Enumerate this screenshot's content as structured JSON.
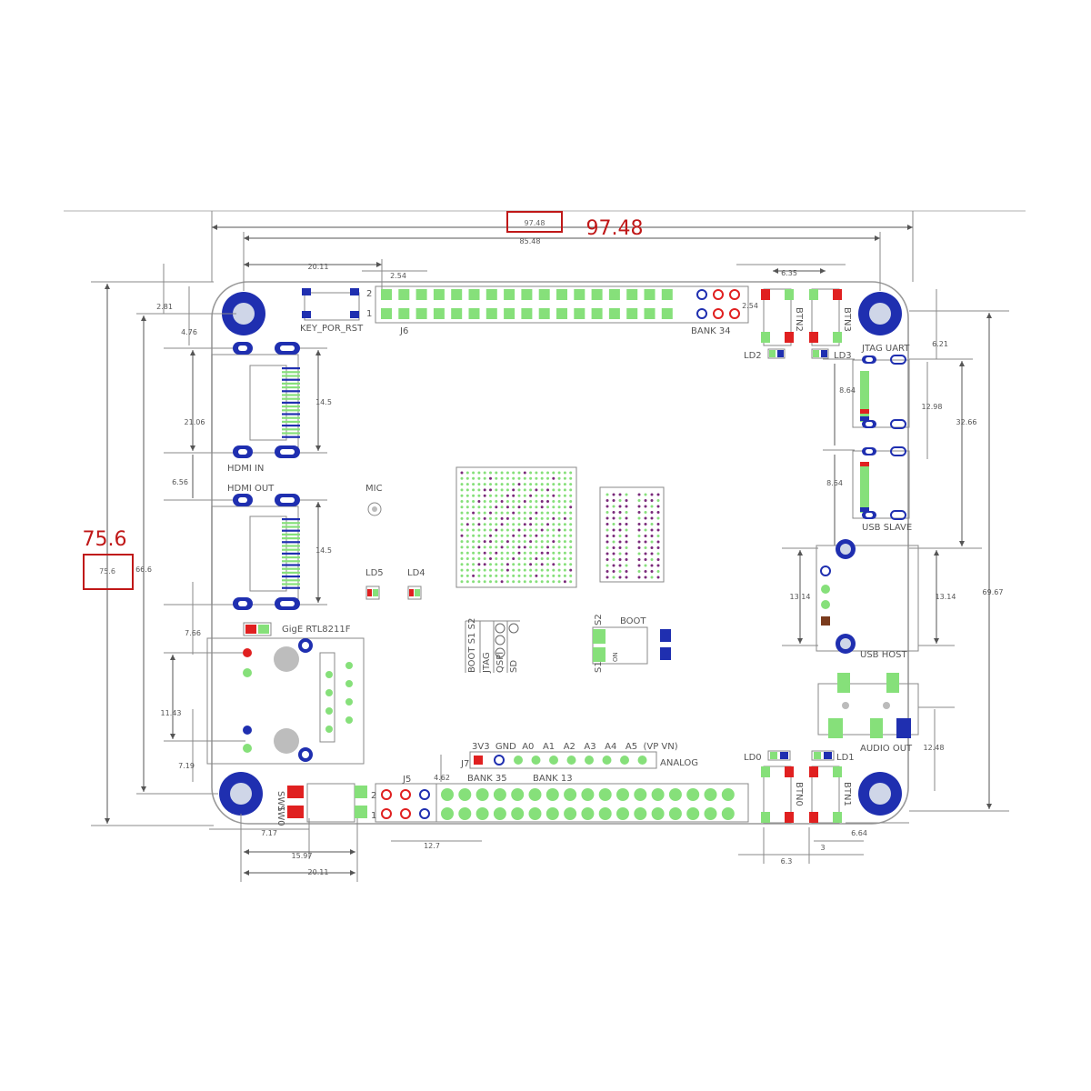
{
  "callouts": {
    "width_big": "97.48",
    "width_box": "97.48",
    "height_big": "75.6",
    "height_box": "75.6"
  },
  "dims": {
    "overall_width": "85.48",
    "d20_11_top": "20.11",
    "d2_54_top": "2.54",
    "d6_35": "6.35",
    "d2_81": "2.81",
    "d4_76": "4.76",
    "d6_21": "6.21",
    "d14_5_a": "14.5",
    "d21_06": "21.06",
    "d8_64_a": "8.64",
    "d12_98": "12.98",
    "d32_66": "32.66",
    "d6_56": "6.56",
    "d8_64_b": "8.64",
    "d66_6": "66.6",
    "d14_5_b": "14.5",
    "d13_14_a": "13.14",
    "d13_14_b": "13.14",
    "d69_67": "69.67",
    "d7_66": "7.66",
    "d11_43": "11.43",
    "d7_19": "7.19",
    "d12_48": "12.48",
    "d4_62": "4.62",
    "d2_54_right": "2.54",
    "d7_17": "7.17",
    "d15_97": "15.97",
    "d20_11_bot": "20.11",
    "d12_7": "12.7",
    "d6_3": "6.3",
    "d3": "3",
    "d6_64": "6.64"
  },
  "labels": {
    "key_por_rst": "KEY_POR_RST",
    "j6": "J6",
    "bank34": "BANK 34",
    "btn2": "BTN2",
    "btn3": "BTN3",
    "ld2": "LD2",
    "ld3": "LD3",
    "jtag_uart": "JTAG UART",
    "hdmi_in": "HDMI IN",
    "hdmi_out": "HDMI OUT",
    "mic": "MIC",
    "usb_slave": "USB SLAVE",
    "ld5": "LD5",
    "ld4": "LD4",
    "gige": "GigE RTL8211F",
    "boot_s1s2": "BOOT S1 S2",
    "jtag": "JTAG",
    "qspi": "QSPI",
    "sd": "SD",
    "s2": "S2",
    "boot": "BOOT",
    "s1": "S1",
    "on": "ON",
    "usb_host": "USB HOST",
    "audio_out": "AUDIO OUT",
    "analog": "ANALOG",
    "analog_pins": "3V3  GND  A0   A1   A2   A3   A4   A5  (VP VN)",
    "j7": "J7",
    "bank35": "BANK 35",
    "bank13": "BANK 13",
    "j5": "J5",
    "sw0": "SW0",
    "sw1": "SW1",
    "ld0": "LD0",
    "ld1": "LD1",
    "btn0": "BTN0",
    "btn1": "BTN1",
    "pin2_top": "2",
    "pin1_top": "1",
    "pin2_bot": "2",
    "pin1_bot": "1"
  },
  "colors": {
    "mount_hole": "#1f2fb0",
    "pad_green": "#86e07a",
    "pad_red": "#e02020",
    "callout_red": "#c01818",
    "line": "#8a8a8a"
  }
}
